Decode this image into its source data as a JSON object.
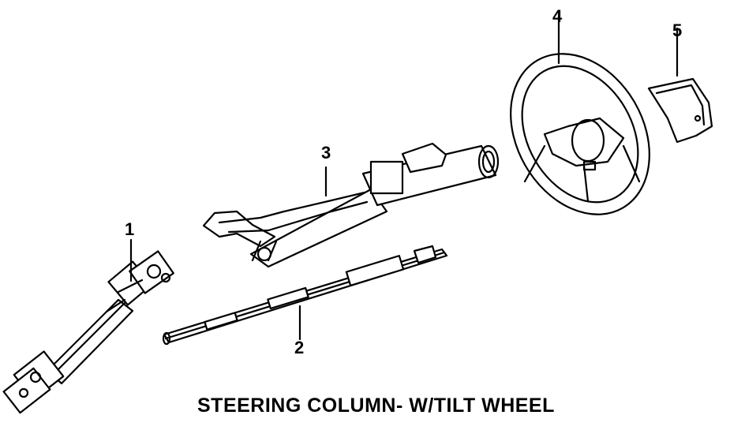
{
  "diagram": {
    "caption": "STEERING COLUMN- W/TILT WHEEL",
    "callouts": [
      "1",
      "2",
      "3",
      "4",
      "5"
    ]
  }
}
